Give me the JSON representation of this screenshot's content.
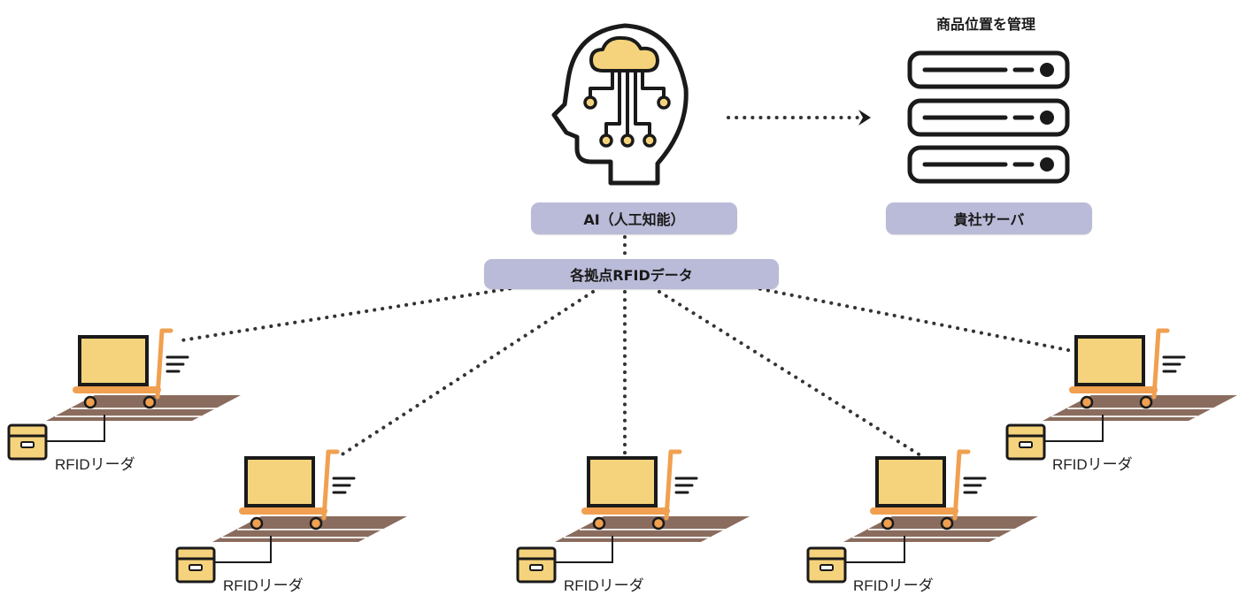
{
  "server": {
    "heading": "商品位置を管理",
    "label": "貴社サーバ"
  },
  "ai": {
    "label": "AI（人工知能）"
  },
  "hub": {
    "label": "各拠点RFIDデータ"
  },
  "sites": [
    {
      "reader_label": "RFIDリーダ"
    },
    {
      "reader_label": "RFIDリーダ"
    },
    {
      "reader_label": "RFIDリーダ"
    },
    {
      "reader_label": "RFIDリーダ"
    },
    {
      "reader_label": "RFIDリーダ"
    }
  ],
  "colors": {
    "pill": "#babbd8",
    "box_fill": "#f5d37c",
    "cart_frame": "#f0a050",
    "floor": "#8a6c5e",
    "outline": "#1a1a1a",
    "dots": "#333333"
  }
}
